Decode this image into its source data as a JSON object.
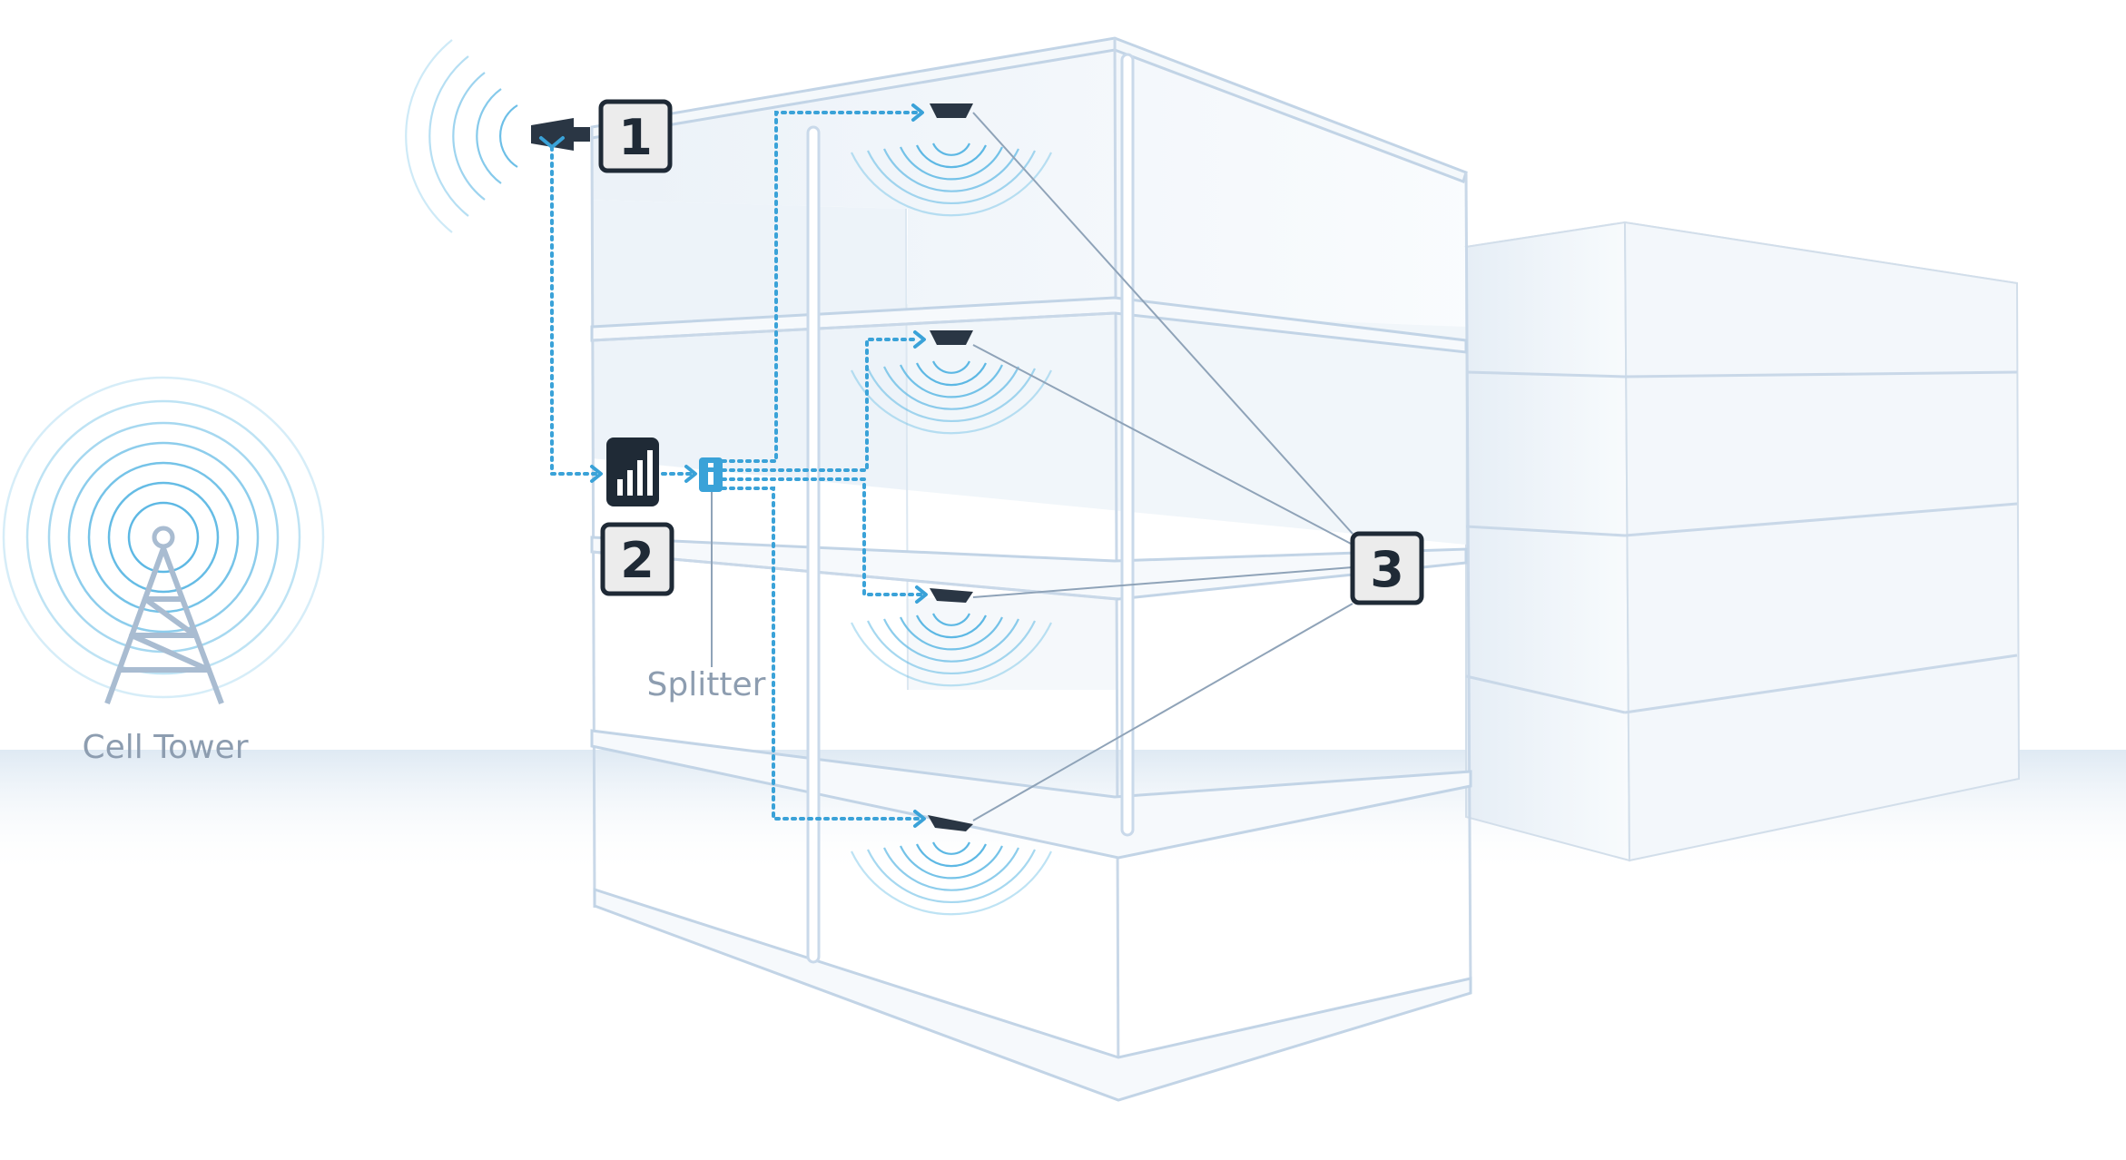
{
  "labels": {
    "cell_tower": "Cell Tower",
    "splitter": "Splitter"
  },
  "callouts": {
    "outside_antenna": "1",
    "booster": "2",
    "inside_antennas": "3"
  },
  "colors": {
    "signal_blue": "#3aa2d8",
    "device_dark": "#1f2a36",
    "building_line": "#c9d8e8",
    "label_gray": "#8d9db0"
  },
  "icons": {
    "outside_antenna": "directional-antenna-icon",
    "booster": "signal-booster-icon",
    "splitter": "splitter-icon",
    "inside_antenna": "dome-antenna-icon",
    "tower": "cell-tower-icon"
  }
}
